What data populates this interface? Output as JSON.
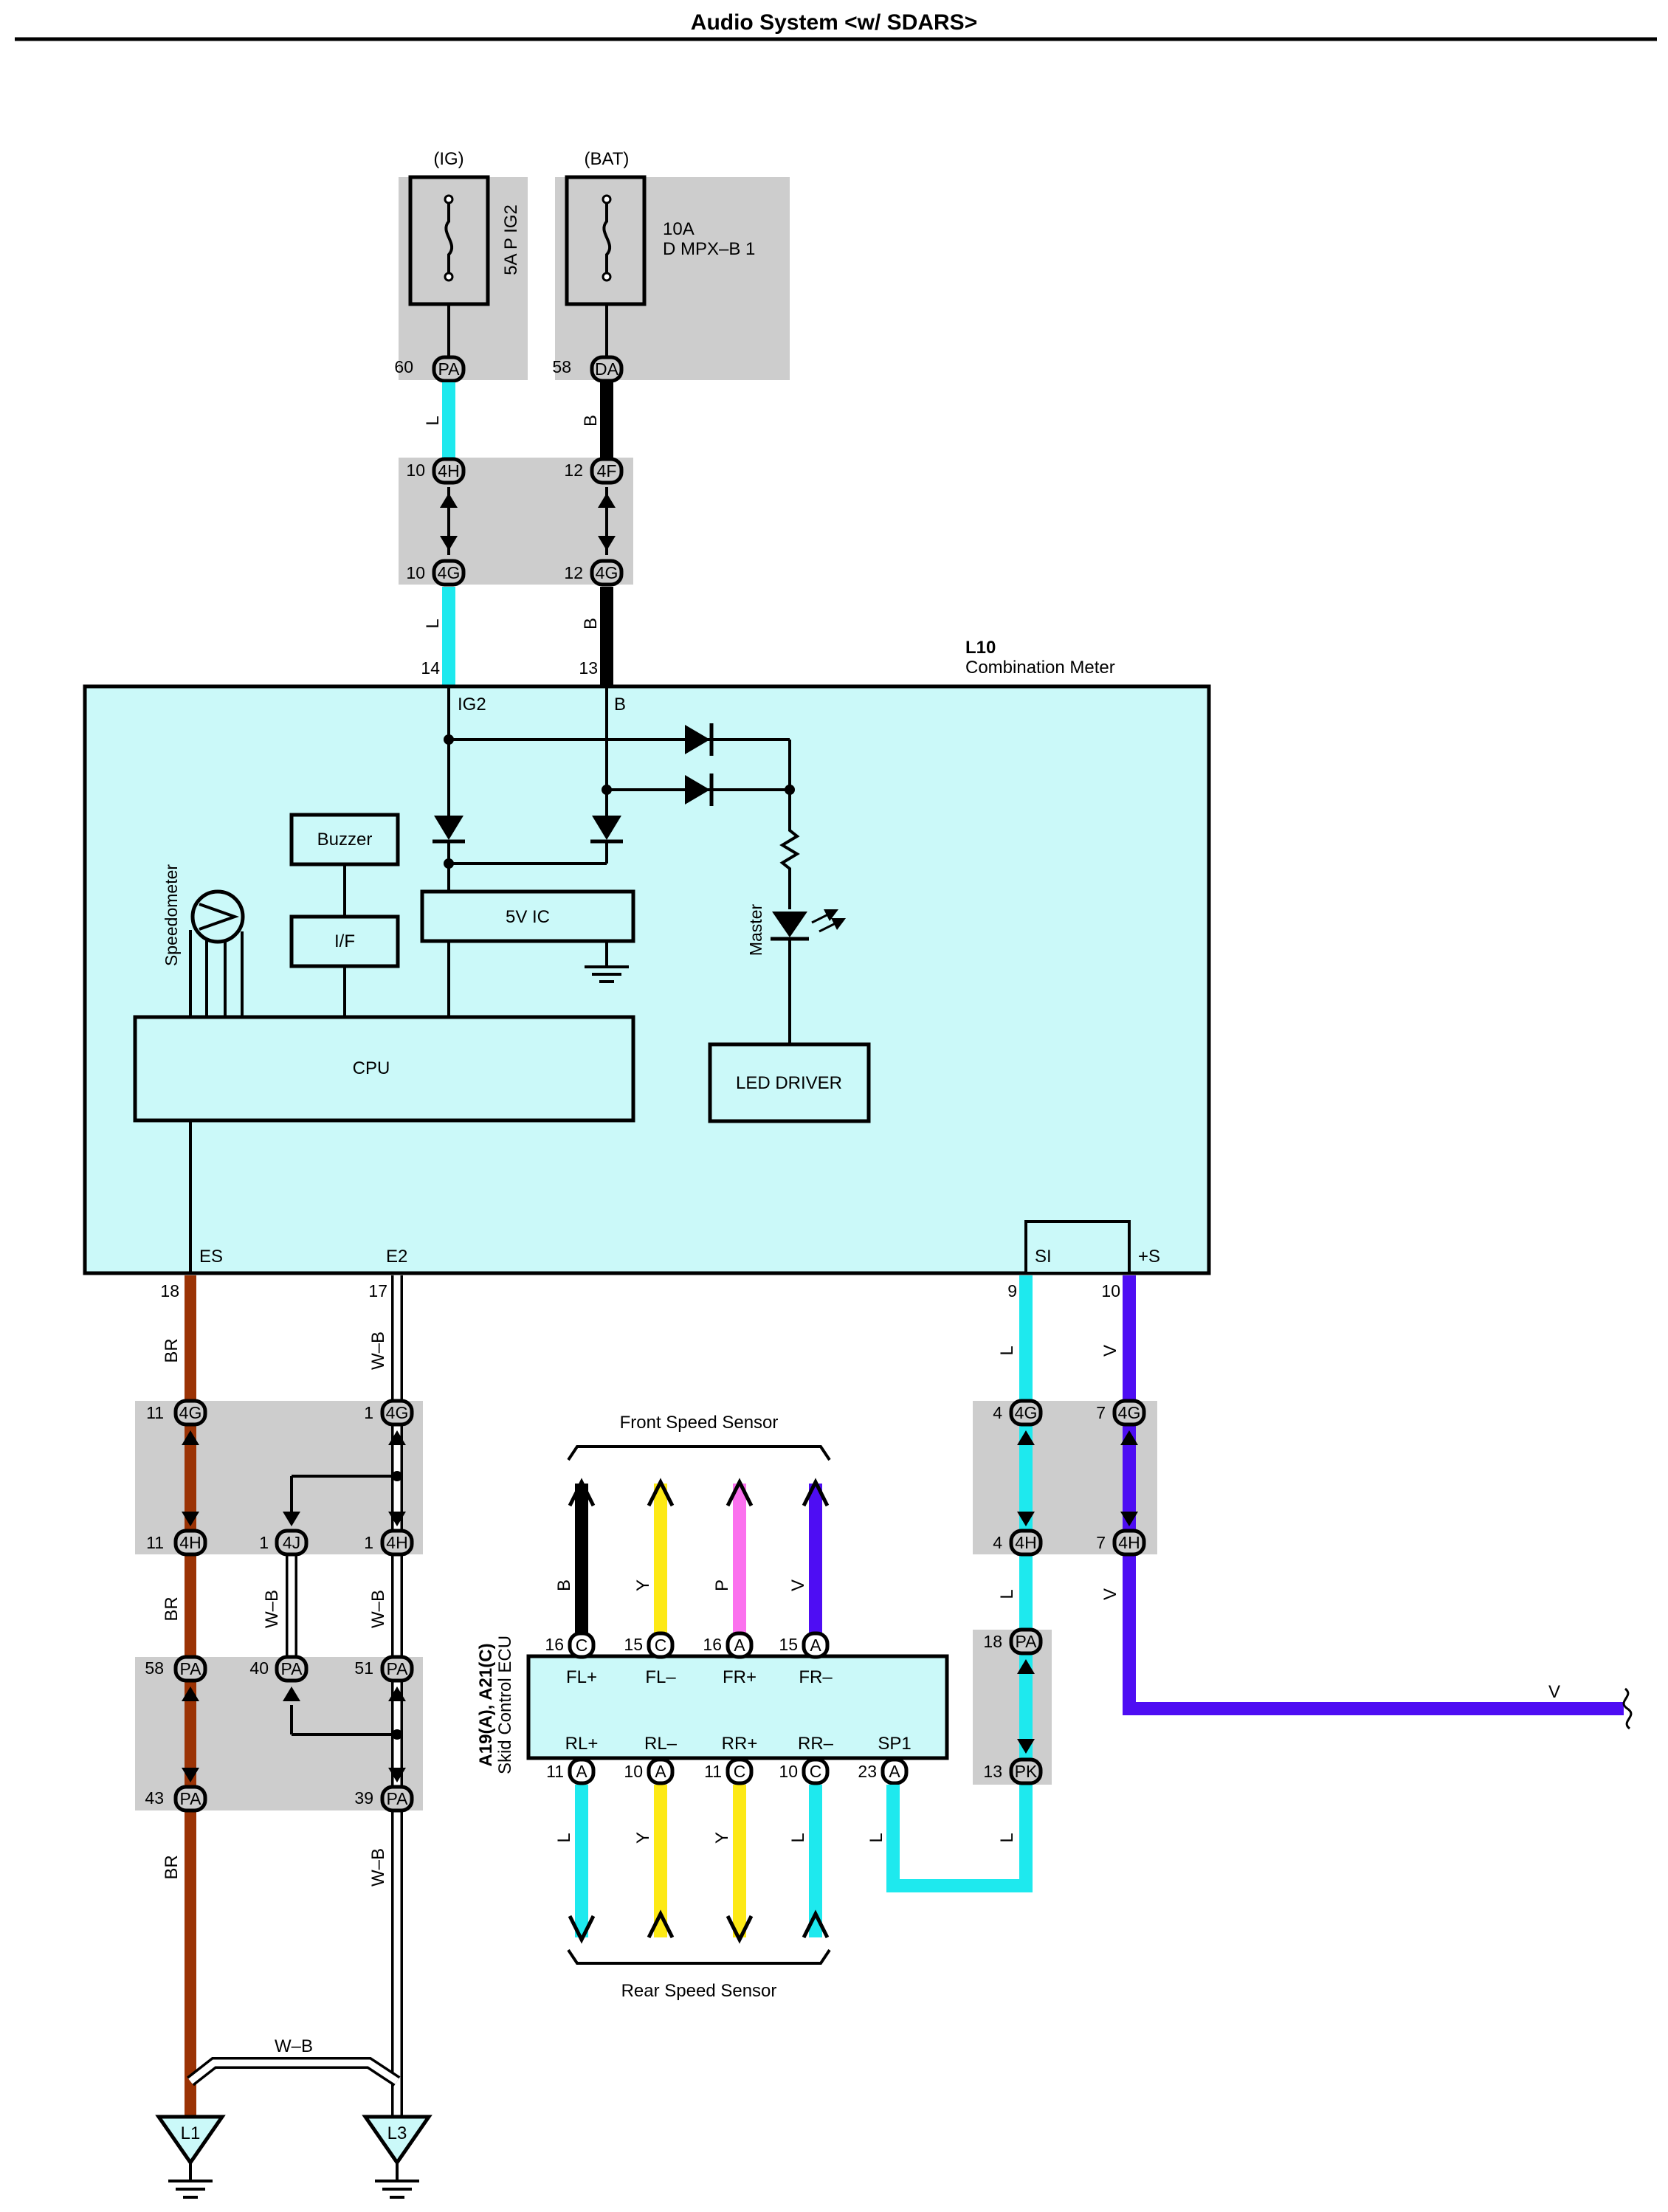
{
  "title": "Audio System <w/ SDARS>",
  "fuses": {
    "ig": {
      "supply": "(IG)",
      "name": "5A P IG2",
      "pin": "60",
      "connector": "PA"
    },
    "bat": {
      "supply": "(BAT)",
      "amp": "10A",
      "name": "D MPX–B 1",
      "pin": "58",
      "connector": "DA"
    }
  },
  "junctions_top": {
    "ig_upper": {
      "pin": "10",
      "connector": "4H"
    },
    "bat_upper": {
      "pin": "12",
      "connector": "4F"
    },
    "ig_lower": {
      "pin": "10",
      "connector": "4G"
    },
    "bat_lower": {
      "pin": "12",
      "connector": "4G"
    }
  },
  "meter": {
    "id": "L10",
    "name": "Combination Meter",
    "pins": {
      "ig2": {
        "num": "14",
        "label": "IG2"
      },
      "b": {
        "num": "13",
        "label": "B"
      },
      "es": {
        "num": "18",
        "label": "ES"
      },
      "e2": {
        "num": "17",
        "label": "E2"
      },
      "si": {
        "num": "9",
        "label": "SI"
      },
      "s": {
        "num": "10",
        "label": "+S"
      }
    },
    "blocks": {
      "buzzer": "Buzzer",
      "iface": "I/F",
      "ic": "5V IC",
      "cpu": "CPU",
      "led_driver": "LED DRIVER",
      "speedometer": "Speedometer",
      "master": "Master"
    }
  },
  "wire_colors": {
    "L": "#1ee9ee",
    "B": "#000000",
    "BR": "#9b3305",
    "Y": "#fde915",
    "P": "#fb71ee",
    "V": "#4e0df3",
    "W-B": "#ffffff"
  },
  "wire_labels": {
    "L": "L",
    "B": "B",
    "BR": "BR",
    "WB": "W–B",
    "Y": "Y",
    "P": "P",
    "V": "V"
  },
  "left_junctions": {
    "j1": {
      "pin": "11",
      "connector": "4G"
    },
    "j2": {
      "pin": "1",
      "connector": "4G"
    },
    "j3": {
      "pin": "11",
      "connector": "4H"
    },
    "j4": {
      "pin": "1",
      "connector": "4J"
    },
    "j5": {
      "pin": "1",
      "connector": "4H"
    },
    "j6": {
      "pin": "58",
      "connector": "PA"
    },
    "j7": {
      "pin": "40",
      "connector": "PA"
    },
    "j8": {
      "pin": "51",
      "connector": "PA"
    },
    "j9": {
      "pin": "43",
      "connector": "PA"
    },
    "j10": {
      "pin": "39",
      "connector": "PA"
    }
  },
  "right_junctions": {
    "r1": {
      "pin": "4",
      "connector": "4G"
    },
    "r2": {
      "pin": "7",
      "connector": "4G"
    },
    "r3": {
      "pin": "4",
      "connector": "4H"
    },
    "r4": {
      "pin": "7",
      "connector": "4H"
    },
    "r5": {
      "pin": "18",
      "connector": "PA"
    },
    "r6": {
      "pin": "13",
      "connector": "PK"
    }
  },
  "ecu": {
    "id": "A19(A), A21(C)",
    "name": "Skid Control ECU",
    "top_pins": [
      {
        "num": "16",
        "connector": "C",
        "label": "FL+",
        "wire": "B"
      },
      {
        "num": "15",
        "connector": "C",
        "label": "FL–",
        "wire": "Y"
      },
      {
        "num": "16",
        "connector": "A",
        "label": "FR+",
        "wire": "P"
      },
      {
        "num": "15",
        "connector": "A",
        "label": "FR–",
        "wire": "V"
      }
    ],
    "bottom_pins": [
      {
        "num": "11",
        "connector": "A",
        "label": "RL+",
        "wire": "L"
      },
      {
        "num": "10",
        "connector": "A",
        "label": "RL–",
        "wire": "Y"
      },
      {
        "num": "11",
        "connector": "C",
        "label": "RR+",
        "wire": "Y"
      },
      {
        "num": "10",
        "connector": "C",
        "label": "RR–",
        "wire": "L"
      },
      {
        "num": "23",
        "connector": "A",
        "label": "SP1",
        "wire": "L"
      }
    ]
  },
  "sensors": {
    "front": "Front Speed Sensor",
    "rear": "Rear Speed Sensor"
  },
  "grounds": {
    "g1": "L1",
    "g2": "L3"
  }
}
